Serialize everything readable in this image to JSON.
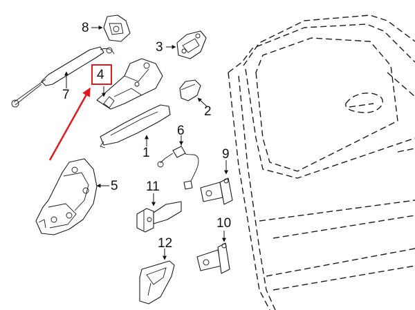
{
  "callouts": {
    "c1": "1",
    "c2": "2",
    "c3": "3",
    "c4": "4",
    "c5": "5",
    "c6": "6",
    "c7": "7",
    "c8": "8",
    "c9": "9",
    "c10": "10",
    "c11": "11",
    "c12": "12"
  },
  "colors": {
    "highlight": "#e0191f",
    "line": "#1a1a1a",
    "background": "#ffffff"
  }
}
